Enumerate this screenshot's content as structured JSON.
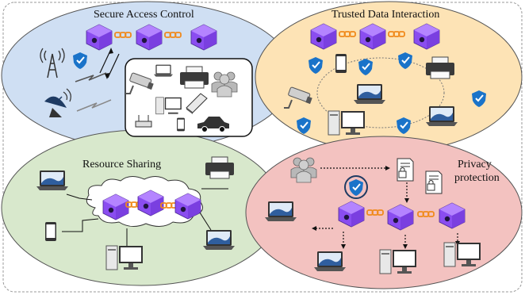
{
  "regions": {
    "secure_access": {
      "title": "Secure Access Control"
    },
    "trusted_data": {
      "title": "Trusted Data Interaction"
    },
    "resource_sharing": {
      "title": "Resource Sharing"
    },
    "privacy": {
      "title_line1": "Privacy",
      "title_line2": "protection"
    }
  },
  "colors": {
    "blue_region": "#cfdff3",
    "orange_region": "#fde3b5",
    "green_region": "#d8e8cc",
    "red_region": "#f3c2c0",
    "block_purple": "#9b59f5",
    "chain_orange": "#f08a1c",
    "shield_blue": "#1a73c9"
  },
  "icons": [
    "blockchain-block-icon",
    "chain-link-icon",
    "shield-check-icon",
    "radio-tower-icon",
    "satellite-dish-icon",
    "lightning-icon",
    "cctv-camera-icon",
    "laptop-icon",
    "printer-icon",
    "people-group-icon",
    "desktop-computer-icon",
    "scanner-icon",
    "router-icon",
    "smartphone-icon",
    "car-icon",
    "cloud-icon",
    "document-lock-icon"
  ]
}
